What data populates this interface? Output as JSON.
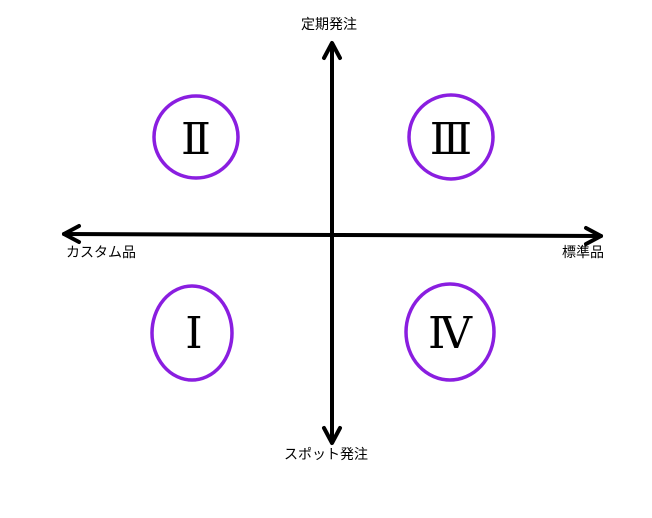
{
  "axes": {
    "top_label": "定期発注",
    "bottom_label": "スポット発注",
    "left_label": "カスタム品",
    "right_label": "標準品"
  },
  "quadrants": {
    "upper_left": "Ⅱ",
    "upper_right": "Ⅲ",
    "lower_left": "Ⅰ",
    "lower_right": "Ⅳ"
  },
  "colors": {
    "axis": "#000000",
    "circle": "#8a1ee0"
  }
}
